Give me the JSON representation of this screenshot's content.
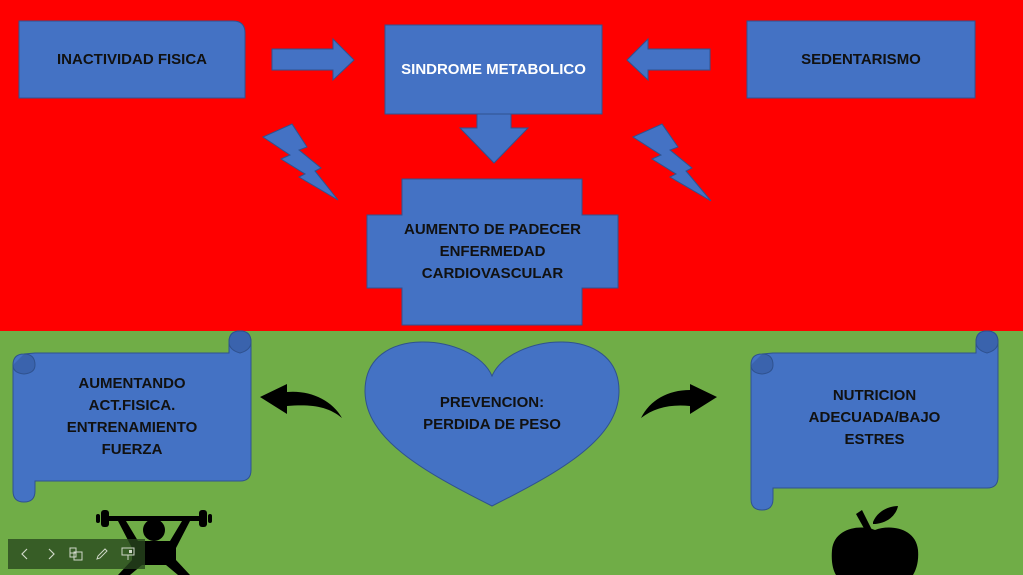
{
  "colors": {
    "risk_background": "#FF0000",
    "prevention_background": "#70AD47",
    "shape_fill": "#4472C4",
    "shape_border": "#2F528F",
    "text_dark": "#111111",
    "text_light": "#FFFFFF"
  },
  "risk_section": {
    "cause_left": "INACTIVIDAD FISICA",
    "central_condition": "SINDROME METABOLICO",
    "cause_right": "SEDENTARISMO",
    "outcome": "AUMENTO DE PADECER\nENFERMEDAD\nCARDIOVASCULAR"
  },
  "prevention_section": {
    "center": "PREVENCION:\nPERDIDA DE PESO",
    "left_scroll": "AUMENTANDO\nACT.FISICA.\nENTRENAMIENTO\nFUERZA",
    "right_scroll": "NUTRICION\nADECUADA/BAJO\nESTRES"
  },
  "icons": {
    "left_illustration": "weightlifter-icon",
    "right_illustration": "apple-icon"
  },
  "toolbar": {
    "buttons": [
      {
        "name": "previous-slide-button",
        "icon": "chevron-left-icon",
        "glyph": "‹"
      },
      {
        "name": "next-slide-button",
        "icon": "chevron-right-icon",
        "glyph": "›"
      },
      {
        "name": "slide-sorter-button",
        "icon": "slides-icon",
        "glyph": ""
      },
      {
        "name": "pen-button",
        "icon": "pen-icon",
        "glyph": ""
      },
      {
        "name": "presenter-view-button",
        "icon": "presenter-icon",
        "glyph": ""
      }
    ]
  }
}
